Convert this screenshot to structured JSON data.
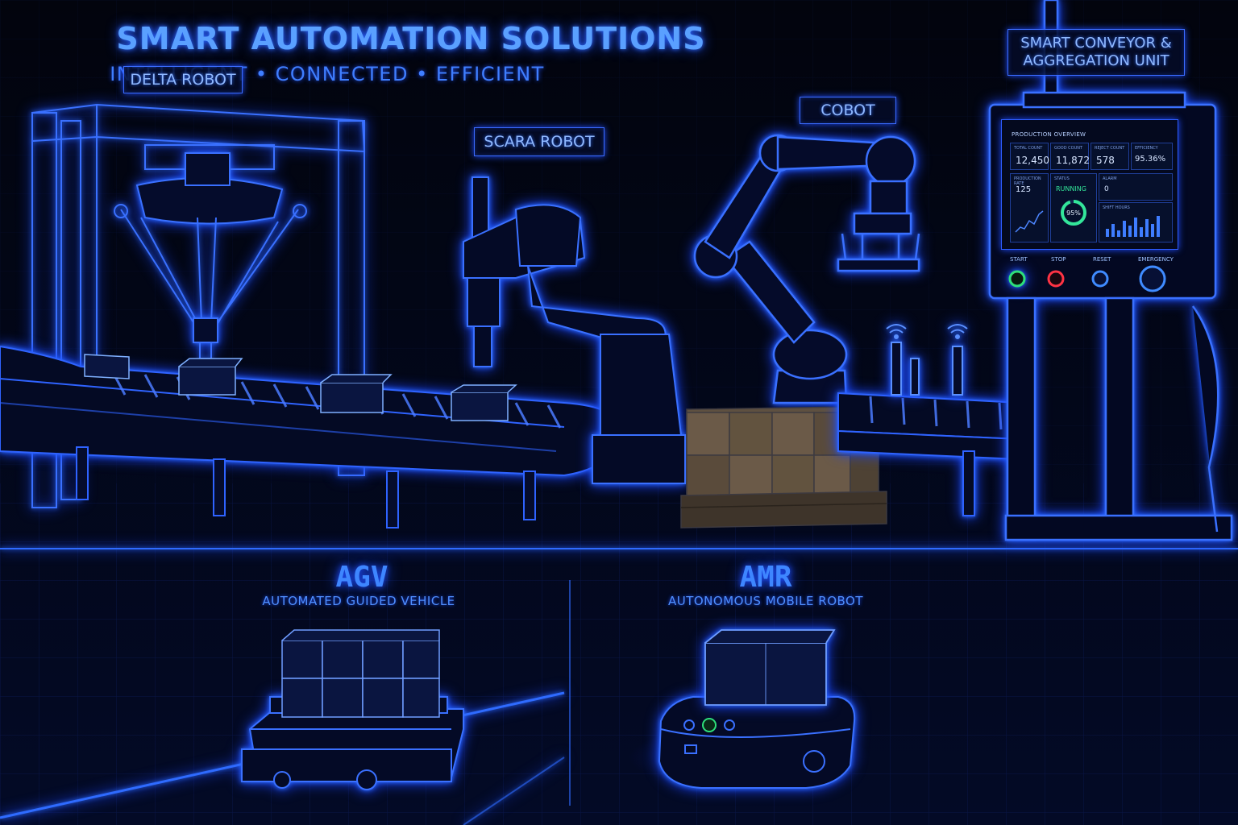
{
  "header": {
    "title": "SMART AUTOMATION SOLUTIONS",
    "subtitle": "INTELLIGENT • CONNECTED • EFFICIENT"
  },
  "labels": {
    "delta_robot": "DELTA ROBOT",
    "scara_robot": "SCARA ROBOT",
    "cobot": "COBOT",
    "conveyor_unit_line1": "SMART CONVEYOR &",
    "conveyor_unit_line2": "AGGREGATION UNIT"
  },
  "hmi": {
    "title": "PRODUCTION OVERVIEW",
    "tiles": [
      {
        "label": "TOTAL COUNT",
        "value": "12,450"
      },
      {
        "label": "GOOD COUNT",
        "value": "11,872"
      },
      {
        "label": "REJECT COUNT",
        "value": "578"
      },
      {
        "label": "EFFICIENCY",
        "value": "95.36%"
      },
      {
        "label": "PRODUCTION RATE",
        "value": "125"
      },
      {
        "label": "STATUS",
        "value": "RUNNING"
      },
      {
        "label": "ALARM",
        "value": "0"
      },
      {
        "label": "SHIFT HOURS",
        "value": ""
      }
    ],
    "gauge_value": "95%",
    "gauge_fraction": 0.95,
    "buttons": [
      "START",
      "STOP",
      "RESET",
      "EMERGENCY"
    ],
    "colors": {
      "start": "#2ee07a",
      "stop": "#ff3344",
      "reset": "#3f8bff",
      "emergency": "#3f8bff",
      "running": "#33e69a"
    }
  },
  "vehicles": {
    "agv_title": "AGV",
    "agv_subtitle": "AUTOMATED GUIDED VEHICLE",
    "amr_title": "AMR",
    "amr_subtitle": "AUTONOMOUS MOBILE ROBOT"
  },
  "colors": {
    "background": "#02040d",
    "neon": "#2f6bff",
    "neon_light": "#7fb0ff",
    "box_brown": "#6b5a48"
  }
}
